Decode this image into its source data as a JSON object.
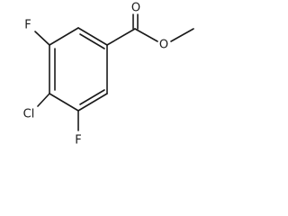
{
  "molecule": {
    "atoms": {
      "f_top": "F",
      "cl": "Cl",
      "f_bottom": "F",
      "o_carbonyl": "O",
      "o_ester": "O"
    }
  },
  "colors": {
    "bond": "#1a1a1a",
    "background": "#ffffff"
  }
}
